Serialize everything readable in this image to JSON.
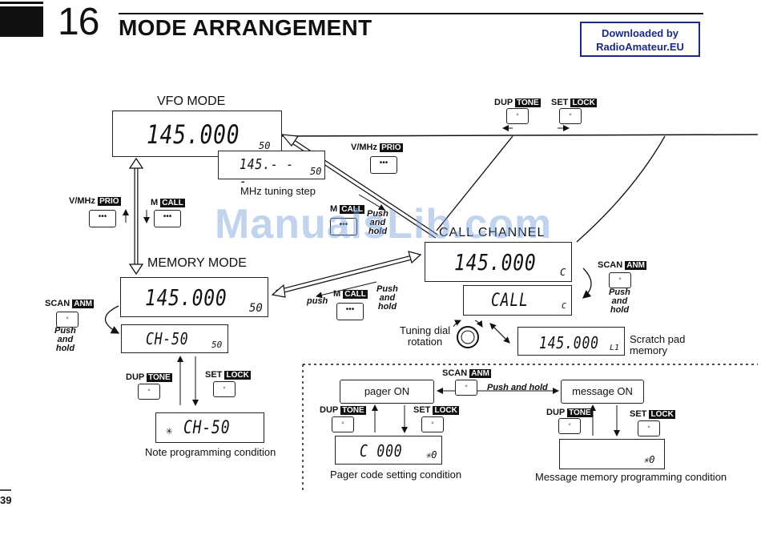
{
  "header": {
    "number": "16",
    "title": "MODE ARRANGEMENT"
  },
  "badge": {
    "line1": "Downloaded by",
    "line2": "RadioAmateur.EU"
  },
  "watermark": "ManualsLib.com",
  "page_number": "39",
  "modes": {
    "vfo": "VFO MODE",
    "memory": "MEMORY MODE",
    "call": "CALL CHANNEL"
  },
  "displays": {
    "vfo_main": {
      "freq": "145.000",
      "sub": "50"
    },
    "mhz_step": {
      "freq": "145.- - -",
      "sub": "50",
      "caption": "MHz tuning step"
    },
    "memory_main": {
      "freq": "145.000",
      "sub": "50"
    },
    "memory_ch": {
      "text": "CH-50",
      "sub": "50"
    },
    "note": {
      "text": "CH-50",
      "caption": "Note programming condition"
    },
    "call_main": {
      "freq": "145.000",
      "sub": "C"
    },
    "call_alt": {
      "text": "CALL",
      "sub": "C"
    },
    "scratch": {
      "freq": "145.000",
      "sub": "L1",
      "caption_l1": "Scratch pad",
      "caption_l2": "memory"
    },
    "pager": {
      "text": "C 000",
      "caption": "Pager code setting condition"
    },
    "message": {
      "caption": "Message memory programming condition"
    }
  },
  "keys": {
    "dup": "DUP",
    "tone": "TONE",
    "set": "SET",
    "lock": "LOCK",
    "vmhz": "V/MHz",
    "prio": "PRIO",
    "m": "M",
    "call": "CALL",
    "scan": "SCAN",
    "anm": "ANM"
  },
  "push_labels": {
    "push": "push",
    "push_hold_1": "Push",
    "push_hold_2": "and",
    "push_hold_3": "hold",
    "push_and_hold": "Push and hold"
  },
  "tuning": {
    "line1": "Tuning dial",
    "line2": "rotation"
  },
  "pager_on": "pager ON",
  "message_on": "message ON",
  "blink_digit": "0"
}
